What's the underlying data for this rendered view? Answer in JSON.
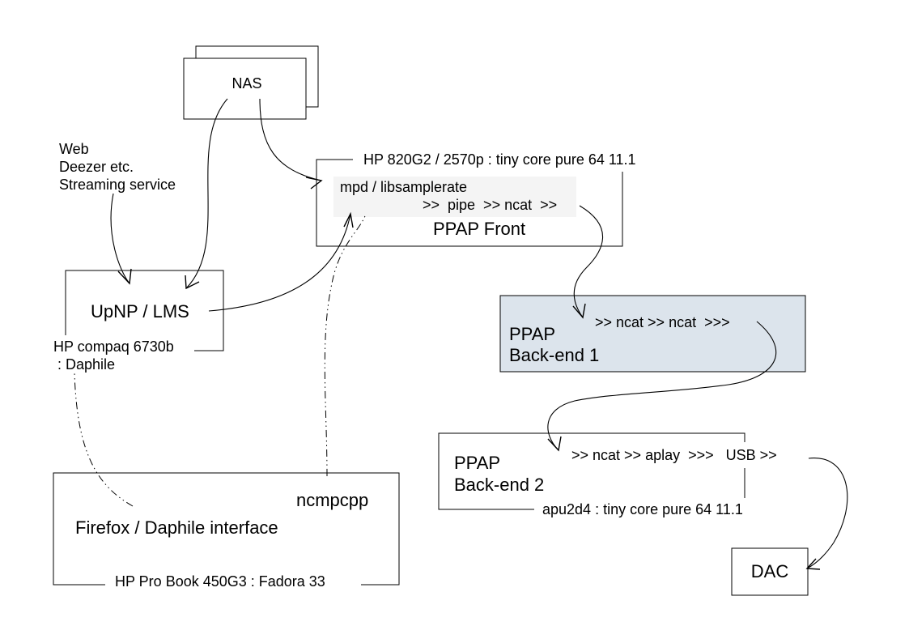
{
  "nodes": {
    "nas": {
      "label": "NAS"
    },
    "web": {
      "line1": "Web",
      "line2": "Deezer etc.",
      "line3": "Streaming service"
    },
    "front": {
      "host": "HP 820G2 / 2570p : tiny core pure 64 11.1",
      "app": "mpd / libsamplerate",
      "flow": ">>  pipe  >> ncat  >>",
      "title": "PPAP Front"
    },
    "upnp": {
      "title": "UpNP / LMS",
      "host_line1": "HP compaq 6730b",
      "host_line2": " : Daphile"
    },
    "backend1": {
      "flow": ">> ncat >> ncat  >>>",
      "title_line1": "PPAP",
      "title_line2": "Back-end 1",
      "fill": "#dce4ec"
    },
    "backend2": {
      "flow": ">> ncat >> aplay  >>>   USB >>",
      "title_line1": "PPAP",
      "title_line2": "Back-end 2",
      "host": "apu2d4 : tiny core pure 64 11.1"
    },
    "client": {
      "app1": "ncmpcpp",
      "app2": "Firefox / Daphile interface",
      "host": "HP Pro Book 450G3 : Fadora 33"
    },
    "dac": {
      "label": "DAC"
    }
  },
  "edges": [
    {
      "from": "nas",
      "to": "front",
      "style": "solid-arrow"
    },
    {
      "from": "nas",
      "to": "upnp",
      "style": "solid-arrow"
    },
    {
      "from": "web",
      "to": "upnp",
      "style": "solid-arrow"
    },
    {
      "from": "upnp",
      "to": "front",
      "style": "solid-arrow"
    },
    {
      "from": "front",
      "to": "backend1",
      "style": "solid-arrow"
    },
    {
      "from": "backend1",
      "to": "backend2",
      "style": "solid-arrow"
    },
    {
      "from": "backend2",
      "to": "dac",
      "style": "solid-arrow"
    },
    {
      "from": "client",
      "to": "front",
      "style": "dash-dot"
    },
    {
      "from": "client",
      "to": "upnp",
      "style": "dash-dot"
    }
  ]
}
